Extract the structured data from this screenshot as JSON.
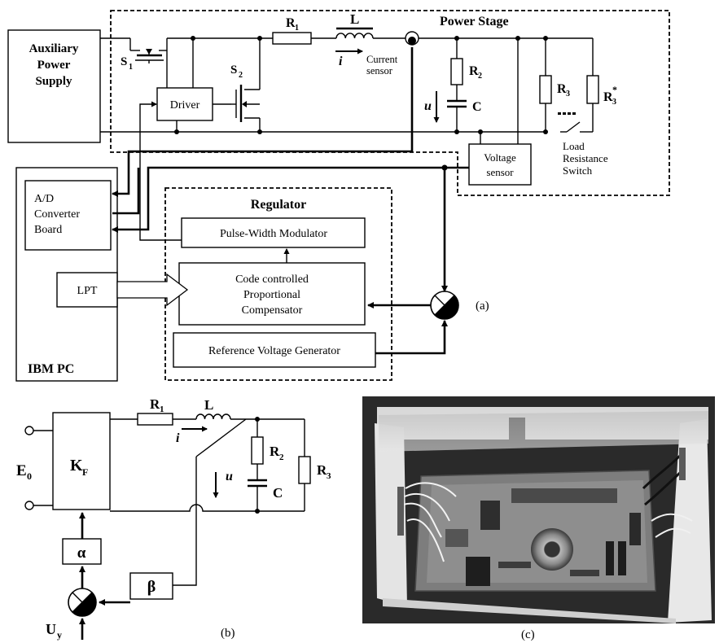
{
  "panel_a": {
    "power_stage": "Power Stage",
    "aux_supply_1": "Auxiliary",
    "aux_supply_2": "Power",
    "aux_supply_3": "Supply",
    "s1": "S",
    "s1_sub": "1",
    "s2": "S",
    "s2_sub": "2",
    "driver": "Driver",
    "r1": "R",
    "r1_sub": "1",
    "inductor": "L",
    "current_symbol": "i",
    "current_sensor_1": "Current",
    "current_sensor_2": "sensor",
    "r2": "R",
    "r2_sub": "2",
    "voltage_symbol": "u",
    "capacitor": "C",
    "r3": "R",
    "r3_sub": "3",
    "r3_star": "R",
    "r3_star_sub": "3",
    "r3_star_sup": "*",
    "voltage_sensor_1": "Voltage",
    "voltage_sensor_2": "sensor",
    "load_switch_1": "Load",
    "load_switch_2": "Resistance",
    "load_switch_3": "Switch",
    "ad_board_1": "A/D",
    "ad_board_2": "Converter",
    "ad_board_3": "Board",
    "lpt": "LPT",
    "ibm_pc": "IBM PC",
    "regulator": "Regulator",
    "pwm": "Pulse-Width Modulator",
    "compensator_1": "Code controlled",
    "compensator_2": "Proportional",
    "compensator_3": "Compensator",
    "ref_gen": "Reference Voltage Generator",
    "label": "(a)"
  },
  "panel_b": {
    "e0": "E",
    "e0_sub": "0",
    "kf": "K",
    "kf_sub": "F",
    "r1": "R",
    "r1_sub": "1",
    "inductor": "L",
    "current_symbol": "i",
    "voltage_symbol": "u",
    "r2": "R",
    "r2_sub": "2",
    "capacitor": "C",
    "r3": "R",
    "r3_sub": "3",
    "alpha": "α",
    "beta": "β",
    "uy": "U",
    "uy_sub": "y",
    "label": "(b)"
  },
  "panel_c": {
    "label": "(c)"
  }
}
